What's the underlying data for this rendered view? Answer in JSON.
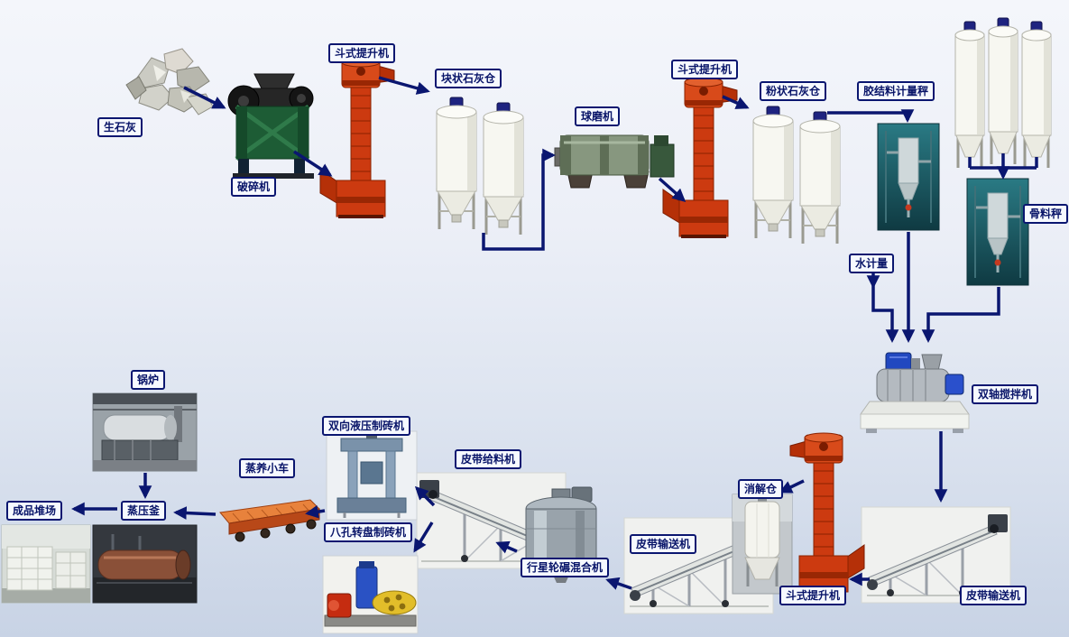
{
  "diagram": {
    "type": "process-flow",
    "language": "zh-CN",
    "colors": {
      "arrow": "#0a1670",
      "label_border": "#0a1670",
      "label_text": "#081468",
      "label_background": "#f6f9ff",
      "background_top": "#f4f6fb",
      "background_bottom": "#c8d3e5",
      "elevator_red": "#cc3a10",
      "silo_white": "#f7f7f1",
      "silo_cap_navy": "#1e2380",
      "scale_photo_teal": "#1d5f68"
    }
  },
  "nodes": [
    {
      "id": "quicklime",
      "label": "生石灰",
      "illustration": "limestone-rocks"
    },
    {
      "id": "crusher",
      "label": "破碎机",
      "illustration": "jaw-crusher"
    },
    {
      "id": "bucket-elevator-1",
      "label": "斗式提升机",
      "illustration": "bucket-elevator"
    },
    {
      "id": "lump-lime-silo",
      "label": "块状石灰仓",
      "illustration": "twin-silos"
    },
    {
      "id": "ball-mill",
      "label": "球磨机",
      "illustration": "ball-mill"
    },
    {
      "id": "bucket-elevator-2",
      "label": "斗式提升机",
      "illustration": "bucket-elevator"
    },
    {
      "id": "powder-lime-silo",
      "label": "粉状石灰仓",
      "illustration": "twin-silos"
    },
    {
      "id": "binder-scale",
      "label": "胶结料计量秤",
      "illustration": "metering-scale-photo"
    },
    {
      "id": "aggregate-scale",
      "label": "骨料秤",
      "illustration": "metering-scale-photo"
    },
    {
      "id": "water-meter",
      "label": "水计量",
      "illustration": "none"
    },
    {
      "id": "twin-shaft-mixer",
      "label": "双轴搅拌机",
      "illustration": "twin-shaft-mixer"
    },
    {
      "id": "belt-conveyor-1",
      "label": "皮带输送机",
      "illustration": "belt-conveyor-photo"
    },
    {
      "id": "bucket-elevator-3",
      "label": "斗式提升机",
      "illustration": "bucket-elevator"
    },
    {
      "id": "digestion-silo",
      "label": "消解仓",
      "illustration": "silo-photo"
    },
    {
      "id": "belt-conveyor-2",
      "label": "皮带输送机",
      "illustration": "belt-conveyor-photo"
    },
    {
      "id": "planetary-mixer",
      "label": "行星轮碾混合机",
      "illustration": "planetary-mill-mixer"
    },
    {
      "id": "belt-feeder",
      "label": "皮带给料机",
      "illustration": "belt-conveyor-photo"
    },
    {
      "id": "hydraulic-brick-machine",
      "label": "双向液压制砖机",
      "illustration": "hydraulic-press-photo"
    },
    {
      "id": "rotary-brick-machine",
      "label": "八孔转盘制砖机",
      "illustration": "rotary-table-press-photo"
    },
    {
      "id": "steam-cart",
      "label": "蒸养小车",
      "illustration": "curing-cart"
    },
    {
      "id": "autoclave",
      "label": "蒸压釜",
      "illustration": "autoclave-photo"
    },
    {
      "id": "boiler",
      "label": "锅炉",
      "illustration": "boiler-photo"
    },
    {
      "id": "product-yard",
      "label": "成品堆场",
      "illustration": "brick-stacks-photo"
    },
    {
      "id": "aggregate-silos",
      "label": "",
      "illustration": "triple-silos"
    }
  ],
  "edges": [
    [
      "quicklime",
      "crusher"
    ],
    [
      "crusher",
      "bucket-elevator-1"
    ],
    [
      "bucket-elevator-1",
      "lump-lime-silo"
    ],
    [
      "lump-lime-silo",
      "ball-mill"
    ],
    [
      "ball-mill",
      "bucket-elevator-2"
    ],
    [
      "bucket-elevator-2",
      "powder-lime-silo"
    ],
    [
      "powder-lime-silo",
      "binder-scale"
    ],
    [
      "aggregate-silos",
      "aggregate-scale"
    ],
    [
      "water-meter",
      "twin-shaft-mixer"
    ],
    [
      "binder-scale",
      "twin-shaft-mixer"
    ],
    [
      "aggregate-scale",
      "twin-shaft-mixer"
    ],
    [
      "twin-shaft-mixer",
      "belt-conveyor-1"
    ],
    [
      "belt-conveyor-1",
      "bucket-elevator-3"
    ],
    [
      "bucket-elevator-3",
      "digestion-silo"
    ],
    [
      "digestion-silo",
      "belt-conveyor-2"
    ],
    [
      "belt-conveyor-2",
      "planetary-mixer"
    ],
    [
      "planetary-mixer",
      "belt-feeder"
    ],
    [
      "belt-feeder",
      "hydraulic-brick-machine"
    ],
    [
      "belt-feeder",
      "rotary-brick-machine"
    ],
    [
      "hydraulic-brick-machine",
      "steam-cart"
    ],
    [
      "steam-cart",
      "autoclave"
    ],
    [
      "boiler",
      "autoclave"
    ],
    [
      "autoclave",
      "product-yard"
    ]
  ]
}
